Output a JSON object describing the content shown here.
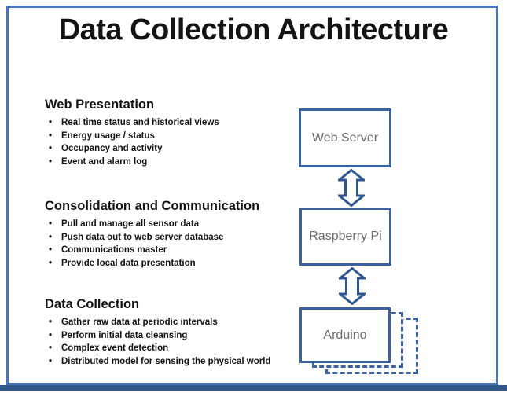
{
  "title": "Data Collection Architecture",
  "sections": [
    {
      "heading": "Web Presentation",
      "bullets": [
        "Real time status and historical views",
        "Energy usage / status",
        "Occupancy and activity",
        "Event and alarm log"
      ]
    },
    {
      "heading": "Consolidation and Communication",
      "bullets": [
        "Pull and manage all sensor data",
        "Push data out to web server database",
        "Communications master",
        "Provide local data presentation"
      ]
    },
    {
      "heading": "Data Collection",
      "bullets": [
        "Gather raw data at periodic intervals",
        "Perform initial data cleansing",
        "Complex event detection",
        "Distributed model for sensing the physical world"
      ]
    }
  ],
  "nodes": [
    {
      "label": "Web Server"
    },
    {
      "label": "Raspberry Pi"
    },
    {
      "label": "Arduino",
      "stacked": true
    }
  ],
  "icons": [
    {
      "name": "up-down-arrow-icon",
      "meaning": "bidirectional data flow between Web Server and Raspberry Pi"
    },
    {
      "name": "up-down-arrow-icon",
      "meaning": "bidirectional data flow between Raspberry Pi and Arduino"
    }
  ],
  "colors": {
    "frame_border": "#4a74bc",
    "bottom_bar": "#31568a",
    "box_border": "#3a62a0",
    "arrow_stroke": "#2f5893",
    "box_label": "#6b6b6b",
    "text": "#141414"
  }
}
